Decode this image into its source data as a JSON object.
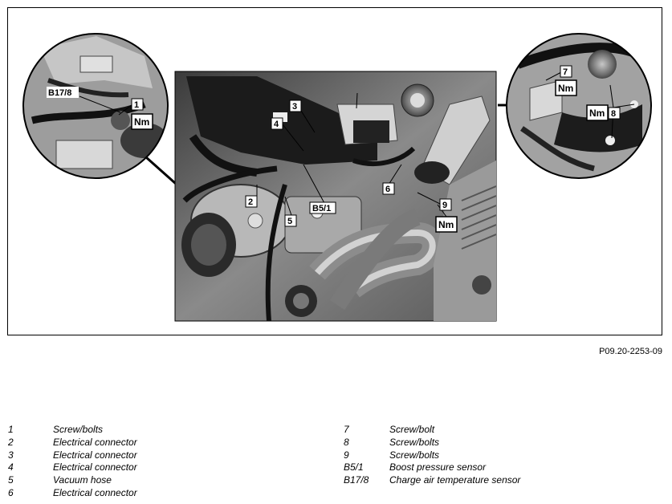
{
  "figure": {
    "code": "P09.20-2253-09",
    "callouts": {
      "c1": "1",
      "c2": "2",
      "c3": "3",
      "c4": "4",
      "c5": "5",
      "c6": "6",
      "c7": "7",
      "c8": "8",
      "c9": "9",
      "b51": "B5/1",
      "b178": "B17/8",
      "nm": "Nm"
    }
  },
  "legend": {
    "left": [
      {
        "key": "1",
        "text": "Screw/bolts"
      },
      {
        "key": "2",
        "text": "Electrical connector"
      },
      {
        "key": "3",
        "text": "Electrical connector"
      },
      {
        "key": "4",
        "text": "Electrical connector"
      },
      {
        "key": "5",
        "text": "Vacuum hose"
      },
      {
        "key": "6",
        "text": "Electrical connector"
      }
    ],
    "right": [
      {
        "key": "7",
        "text": "Screw/bolt"
      },
      {
        "key": "8",
        "text": "Screw/bolts"
      },
      {
        "key": "9",
        "text": "Screw/bolts"
      },
      {
        "key": "B5/1",
        "text": "Boost pressure sensor"
      },
      {
        "key": "B17/8",
        "text": "Charge air temperature sensor"
      }
    ]
  }
}
